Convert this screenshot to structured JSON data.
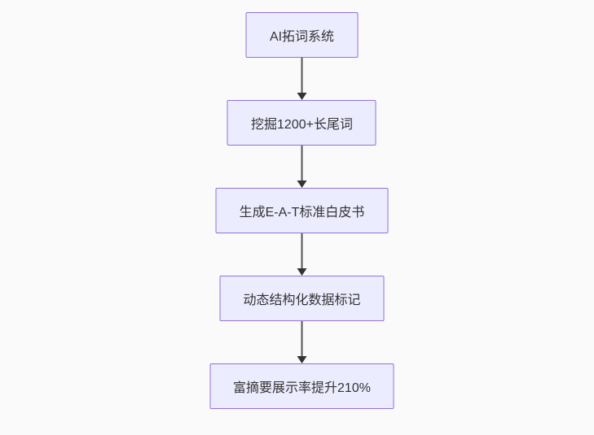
{
  "flowchart": {
    "type": "flowchart-top-down",
    "nodes": [
      {
        "id": "n1",
        "label": "AI拓词系统"
      },
      {
        "id": "n2",
        "label": "挖掘1200+长尾词"
      },
      {
        "id": "n3",
        "label": "生成E-A-T标准白皮书"
      },
      {
        "id": "n4",
        "label": "动态结构化数据标记"
      },
      {
        "id": "n5",
        "label": "富摘要展示率提升210%"
      }
    ],
    "edges": [
      {
        "from": "n1",
        "to": "n2"
      },
      {
        "from": "n2",
        "to": "n3"
      },
      {
        "from": "n3",
        "to": "n4"
      },
      {
        "from": "n4",
        "to": "n5"
      }
    ],
    "colors": {
      "node_fill": "#ECECFF",
      "node_border": "#9370DB",
      "edge_line": "#555555",
      "arrowhead": "#333333",
      "text": "#333333",
      "background": "#fafafa"
    }
  }
}
